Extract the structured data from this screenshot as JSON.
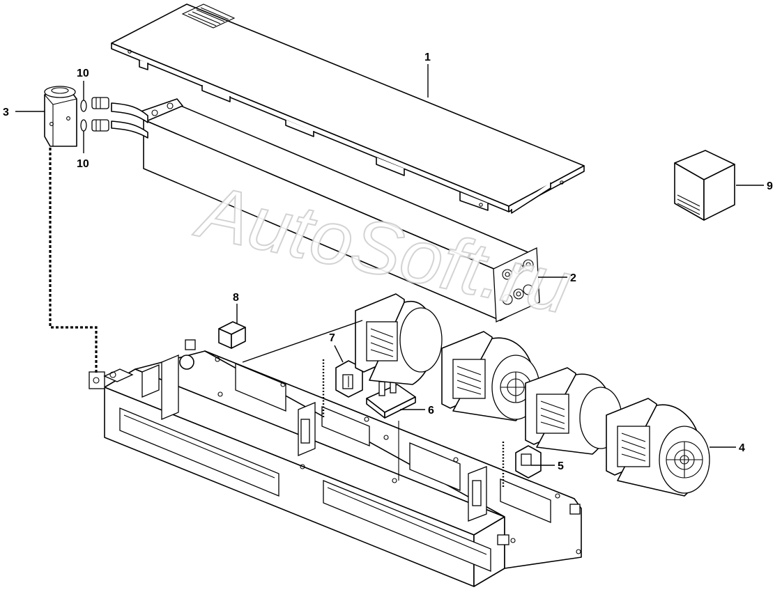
{
  "watermark": "AutoSoft.ru",
  "callouts": [
    {
      "id": "1",
      "label": "1"
    },
    {
      "id": "2",
      "label": "2"
    },
    {
      "id": "3",
      "label": "3"
    },
    {
      "id": "4",
      "label": "4"
    },
    {
      "id": "5",
      "label": "5"
    },
    {
      "id": "6",
      "label": "6"
    },
    {
      "id": "7",
      "label": "7"
    },
    {
      "id": "8",
      "label": "8"
    },
    {
      "id": "9",
      "label": "9"
    },
    {
      "id": "10a",
      "label": "10"
    },
    {
      "id": "10b",
      "label": "10"
    }
  ],
  "colors": {
    "line": "#000000",
    "background": "#ffffff",
    "watermark_outline": "#cfcfcf"
  }
}
